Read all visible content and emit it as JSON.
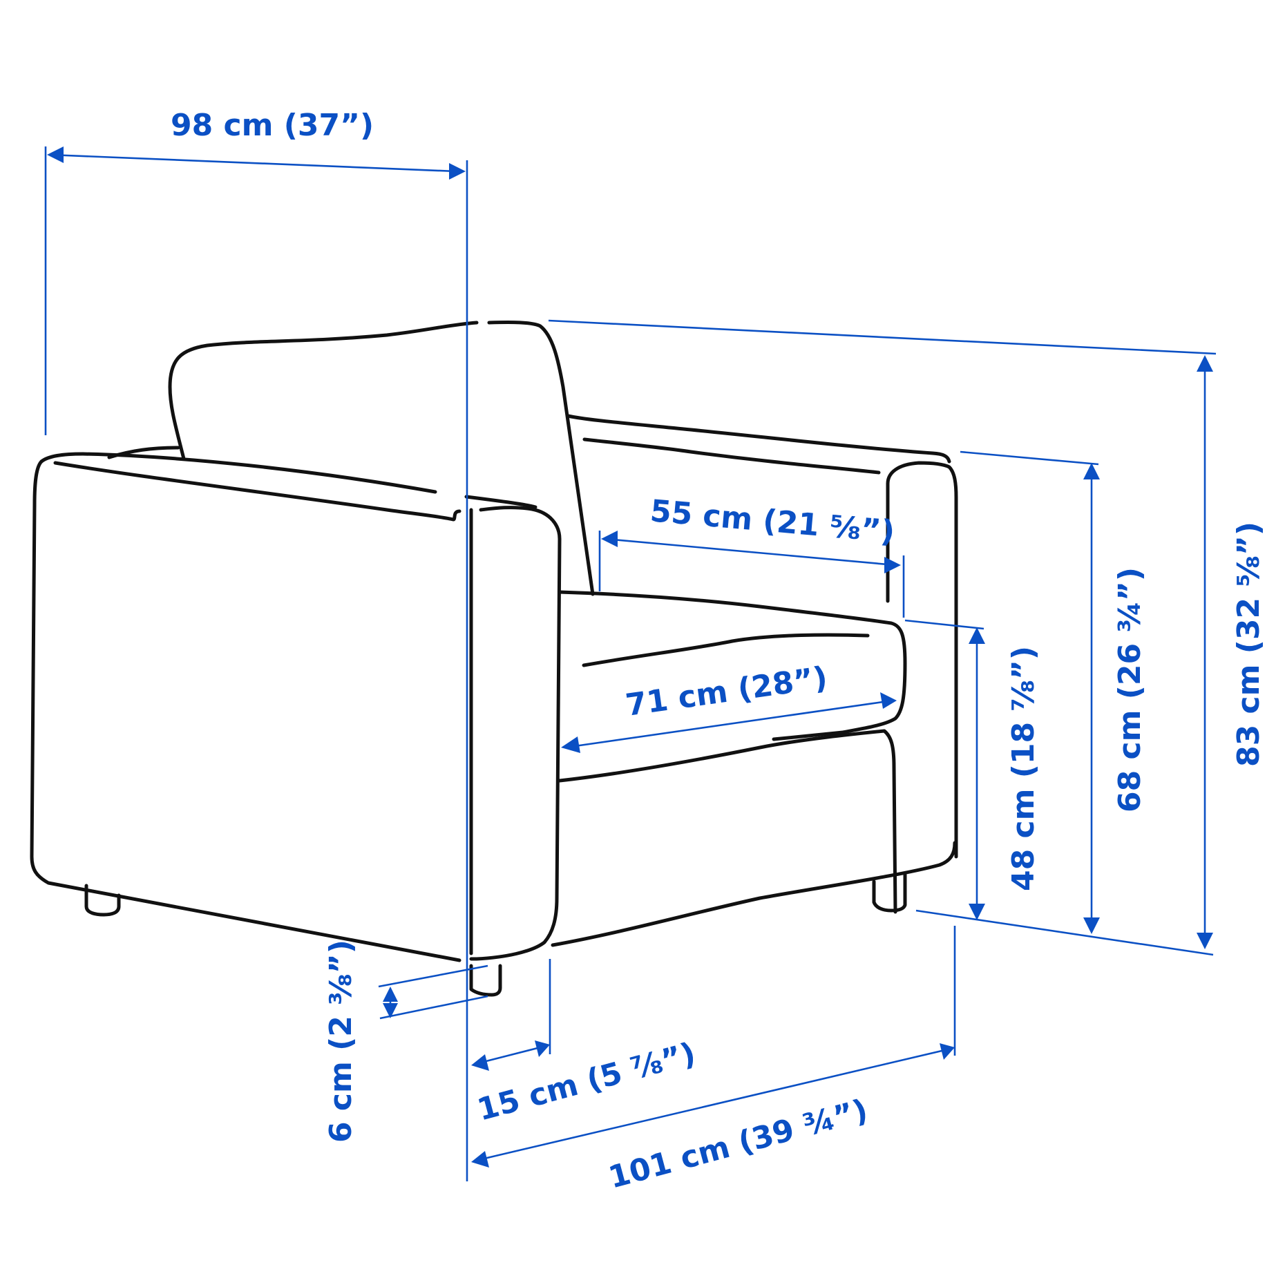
{
  "product": "Armchair",
  "colors": {
    "dimension": "#0b50c4",
    "outline": "#111111",
    "background": "#ffffff"
  },
  "dimensions": {
    "depth": {
      "label": "98 cm (37”)",
      "cm": 98,
      "inch": "37"
    },
    "seat_depth": {
      "label": "55 cm (21 ⅝”)",
      "cm": 55,
      "inch": "21 5/8"
    },
    "seat_width": {
      "label": "71 cm (28”)",
      "cm": 71,
      "inch": "28"
    },
    "seat_height": {
      "label": "48 cm (18 ⅞”)",
      "cm": 48,
      "inch": "18 7/8"
    },
    "armrest_height": {
      "label": "68 cm (26 ¾”)",
      "cm": 68,
      "inch": "26 3/4"
    },
    "total_height": {
      "label": "83 cm (32 ⅝”)",
      "cm": 83,
      "inch": "32 5/8"
    },
    "leg_height": {
      "label": "6 cm (2 ⅜”)",
      "cm": 6,
      "inch": "2 3/8"
    },
    "armrest_width": {
      "label": "15 cm (5 ⅞”)",
      "cm": 15,
      "inch": "5 7/8"
    },
    "total_width": {
      "label": "101 cm (39 ¾”)",
      "cm": 101,
      "inch": "39 3/4"
    }
  }
}
